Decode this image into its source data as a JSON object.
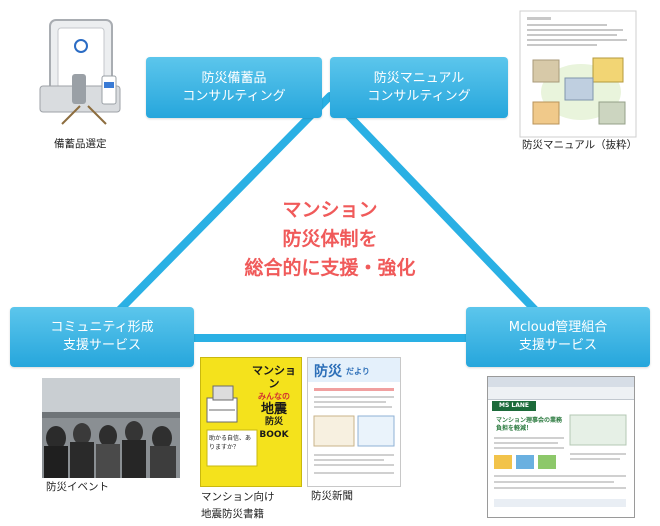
{
  "boxes": {
    "supplies": [
      "防災備蓄品",
      "コンサルティング"
    ],
    "manual": [
      "防災マニュアル",
      "コンサルティング"
    ],
    "community": [
      "コミュニティ形成",
      "支援サービス"
    ],
    "mcloud": [
      "Mcloud管理組合",
      "支援サービス"
    ]
  },
  "center": [
    "マンション",
    "防災体制を",
    "総合的に支援・強化"
  ],
  "captions": {
    "supplies": "備蓄品選定",
    "manual": "防災マニュアル（抜粋）",
    "event": "防災イベント",
    "book": [
      "マンション向け",
      "地震防災書籍"
    ],
    "news": "防災新聞"
  },
  "book_cover": {
    "title_lines": [
      "マンション",
      "みんなの",
      "地震",
      "防災BOOK"
    ],
    "tagline": "助かる自信、ありますか？"
  },
  "news_cover": {
    "title": "防災",
    "sub": "だより"
  },
  "site_screen": {
    "logo": "MS LANE",
    "headline": "マンション理事会の業務負担を軽減！"
  },
  "colors": {
    "accent": "#26a6dc",
    "highlight": "#f05a5a",
    "book_bg": "#f4e21c"
  }
}
